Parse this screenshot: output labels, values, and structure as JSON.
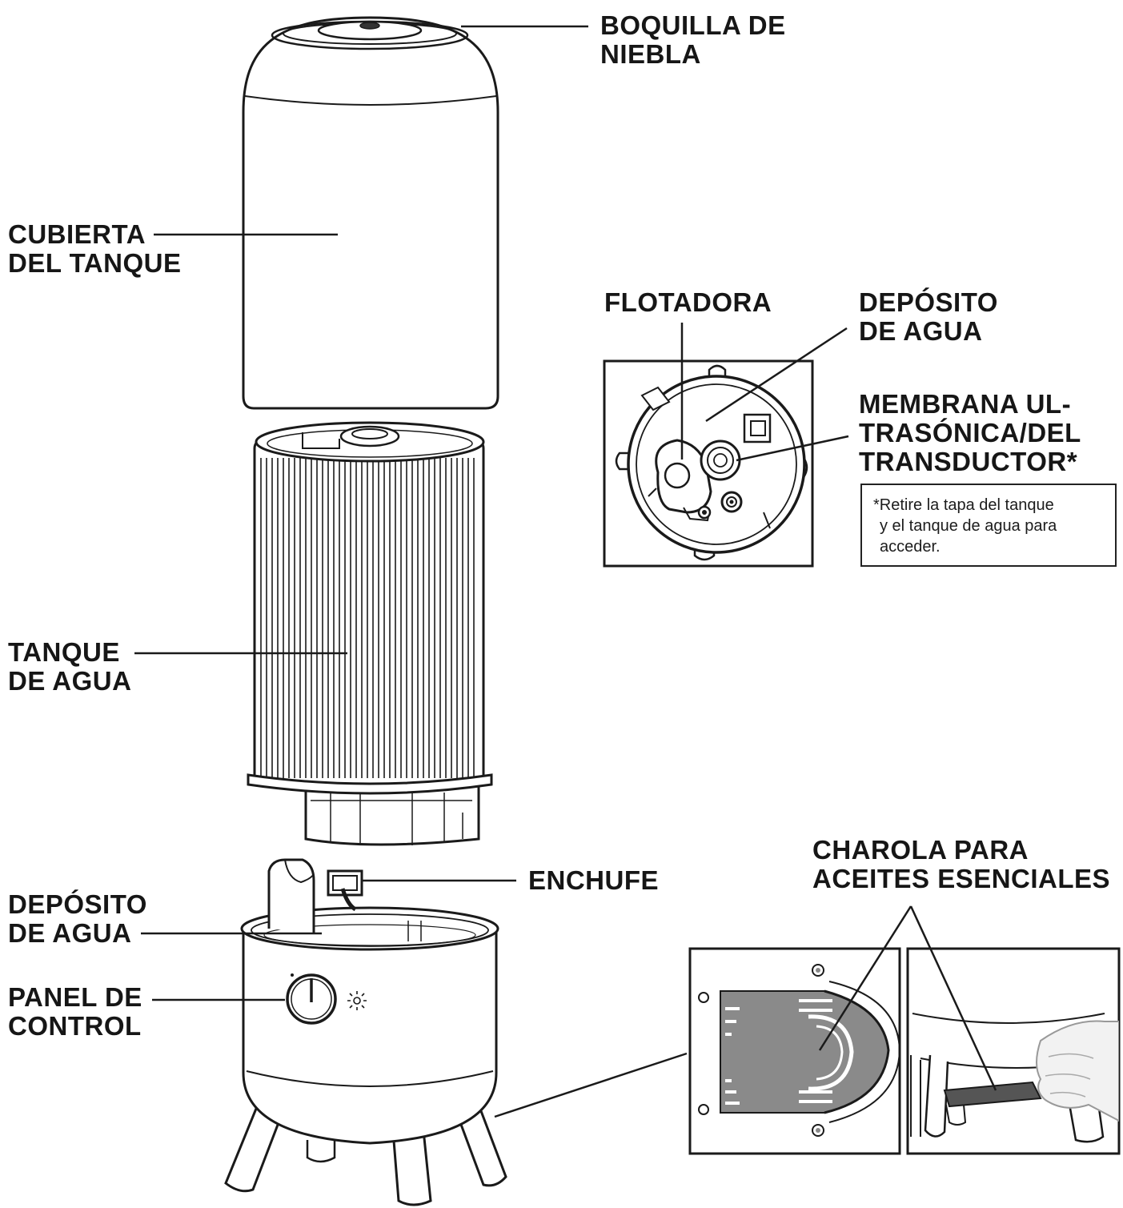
{
  "labels": {
    "mist_nozzle": [
      "BOQUILLA DE",
      "NIEBLA"
    ],
    "tank_cover": [
      "CUBIERTA",
      "DEL TANQUE"
    ],
    "float": [
      "FLOTADORA"
    ],
    "water_reservoir_detail": [
      "DEPÓSITO",
      "DE AGUA"
    ],
    "membrane": [
      "MEMBRANA UL-",
      "TRASÓNICA/DEL",
      "TRANSDUCTOR*"
    ],
    "water_tank": [
      "TANQUE",
      "DE AGUA"
    ],
    "plug": [
      "ENCHUFE"
    ],
    "water_reservoir_base": [
      "DEPÓSITO",
      "DE AGUA"
    ],
    "control_panel": [
      "PANEL DE",
      "CONTROL"
    ],
    "oil_tray": [
      "CHAROLA PARA",
      "ACEITES ESENCIALES"
    ]
  },
  "note": [
    "*Retire la tapa del tanque",
    "y el tanque de agua para",
    "acceder."
  ],
  "colors": {
    "line": "#1a1a1a",
    "tray": "#8a8a8a",
    "background": "#ffffff"
  }
}
